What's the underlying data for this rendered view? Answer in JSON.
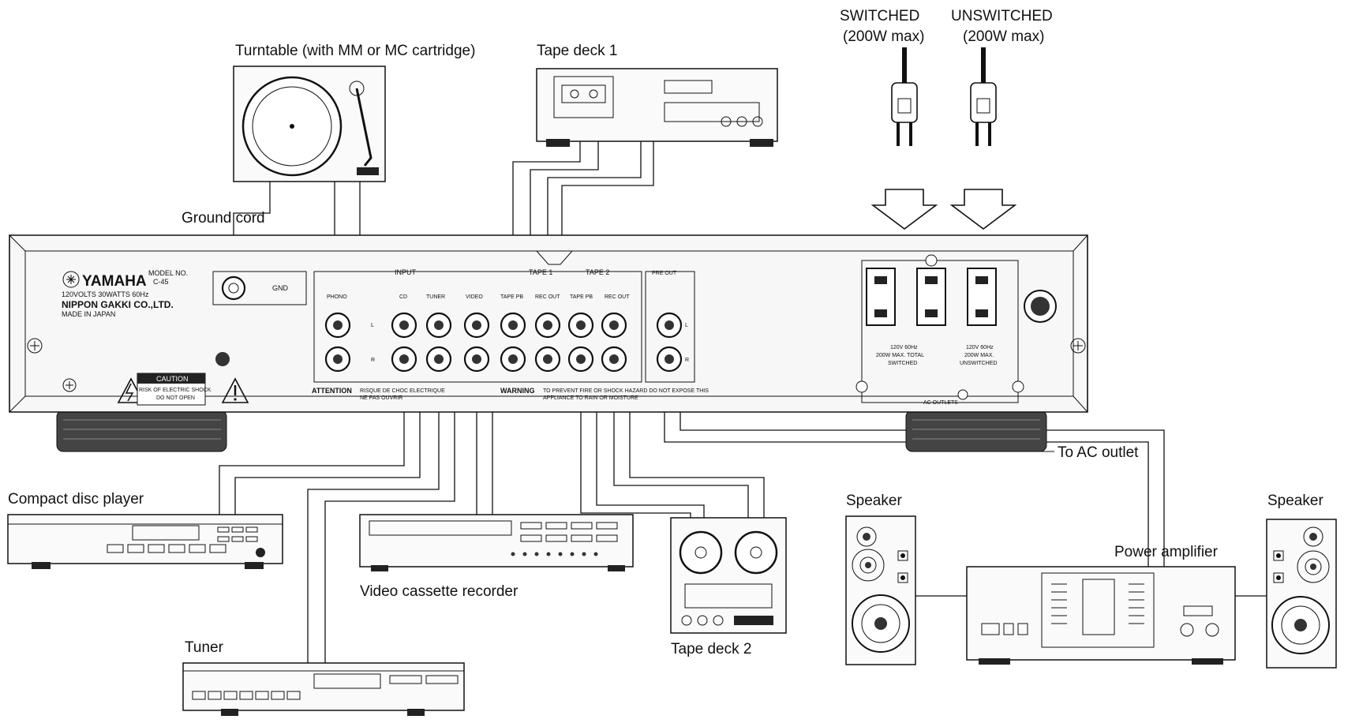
{
  "labels": {
    "turntable": "Turntable (with MM or MC cartridge)",
    "tape_deck_1": "Tape deck 1",
    "switched": "SWITCHED",
    "switched_max": "(200W max)",
    "unswitched": "UNSWITCHED",
    "unswitched_max": "(200W max)",
    "ground_cord": "Ground cord",
    "to_ac_outlet": "To AC outlet",
    "compact_disc_player": "Compact disc player",
    "speaker_left": "Speaker",
    "speaker_right": "Speaker",
    "power_amplifier": "Power amplifier",
    "video_cassette_recorder": "Video cassette recorder",
    "tape_deck_2": "Tape deck 2",
    "tuner": "Tuner"
  },
  "panel": {
    "brand": "YAMAHA",
    "model_no": "MODEL NO.",
    "model": "C-45",
    "rating": "120VOLTS   30WATTS   60Hz",
    "maker": "NIPPON GAKKI CO.,LTD.",
    "made_in": "MADE IN JAPAN",
    "gnd": "GND",
    "caution": "CAUTION",
    "caution_line1": "RISK OF ELECTRIC SHOCK",
    "caution_line2": "DO NOT OPEN",
    "input": "INPUT",
    "phono": "PHONO",
    "cd": "CD",
    "tuner": "TUNER",
    "video": "VIDEO",
    "tape1": "TAPE 1",
    "tape2": "TAPE 2",
    "tape_pb": "TAPE PB",
    "rec_out": "REC OUT",
    "tape_pb_2": "TAPE PB",
    "rec_out_2": "REC OUT",
    "pre_out": "PRE OUT",
    "channel_l": "L",
    "channel_r": "R",
    "attention": "ATTENTION",
    "attention_text1": "RISQUE DE CHOC ELECTRIQUE",
    "attention_text2": "NE PAS OUVRIR",
    "warning": "WARNING",
    "warning_text1": "TO PREVENT FIRE OR SHOCK HAZARD DO NOT EXPOSE THIS",
    "warning_text2": "APPLIANCE TO RAIN OR MOISTURE",
    "ac_switched1": "120V 60Hz",
    "ac_switched2": "200W MAX. TOTAL",
    "ac_switched3": "SWITCHED",
    "ac_unswitched1": "120V 60Hz",
    "ac_unswitched2": "200W MAX.",
    "ac_unswitched3": "UNSWITCHED",
    "ac_outlets": "AC OUTLETS"
  }
}
